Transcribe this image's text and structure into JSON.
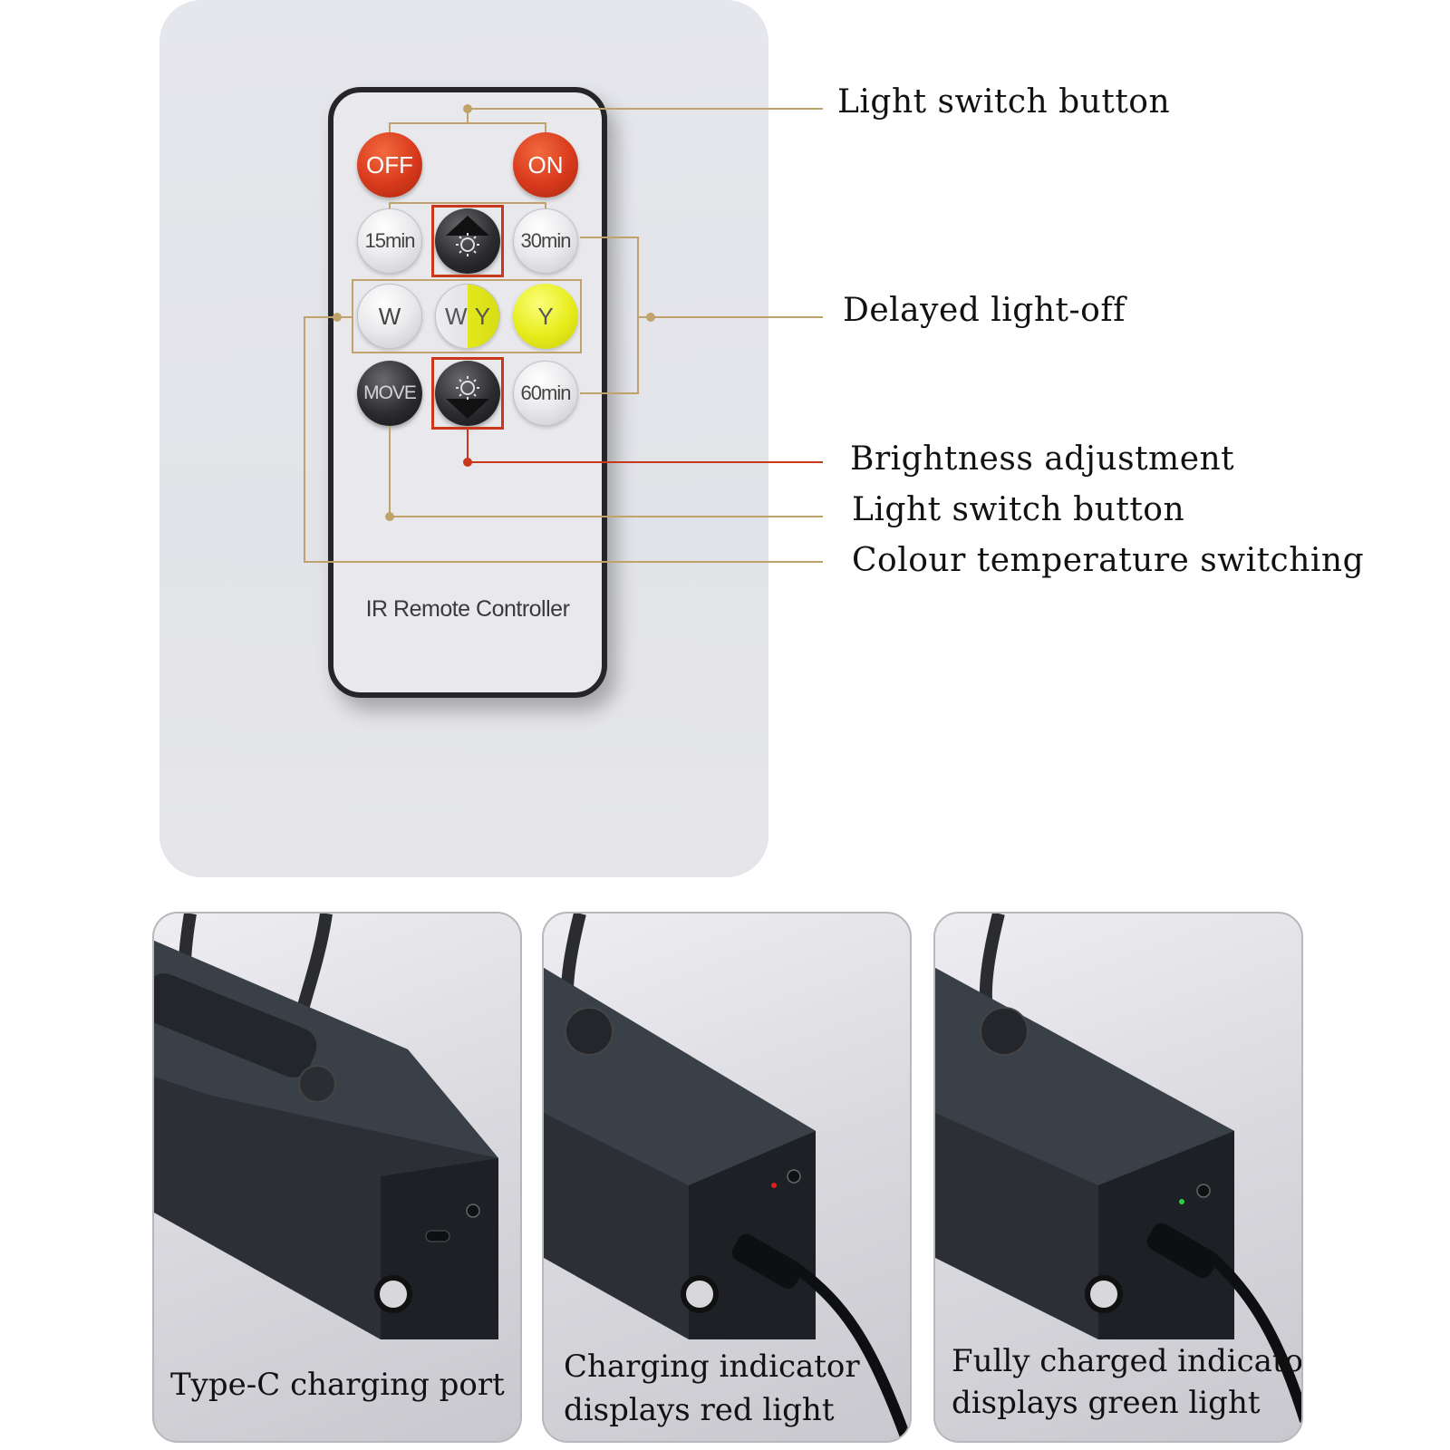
{
  "remote": {
    "label": "IR Remote Controller",
    "buttons": {
      "off": "OFF",
      "on": "ON",
      "min15": "15min",
      "min30": "30min",
      "min60": "60min",
      "w": "W",
      "wy_w": "W",
      "wy_y": "Y",
      "y": "Y",
      "move": "MOVE"
    }
  },
  "callouts": {
    "light_switch_top": "Light switch button",
    "delayed_off": "Delayed light-off",
    "brightness": "Brightness adjustment",
    "light_switch_move": "Light switch button",
    "colour_temp": "Colour temperature switching"
  },
  "photos": [
    {
      "caption_lines": [
        "Type-C charging port"
      ]
    },
    {
      "caption_lines": [
        "Charging indicator",
        "displays red light"
      ],
      "indicator_color": "#e02020"
    },
    {
      "caption_lines": [
        "Fully charged indicator",
        "displays green light"
      ],
      "indicator_color": "#2ad040"
    }
  ],
  "colors": {
    "gold_line": "#c0a36a",
    "red_line": "#c9381a",
    "button_red": "#d8391c",
    "button_yellow": "#e6ec1a"
  }
}
